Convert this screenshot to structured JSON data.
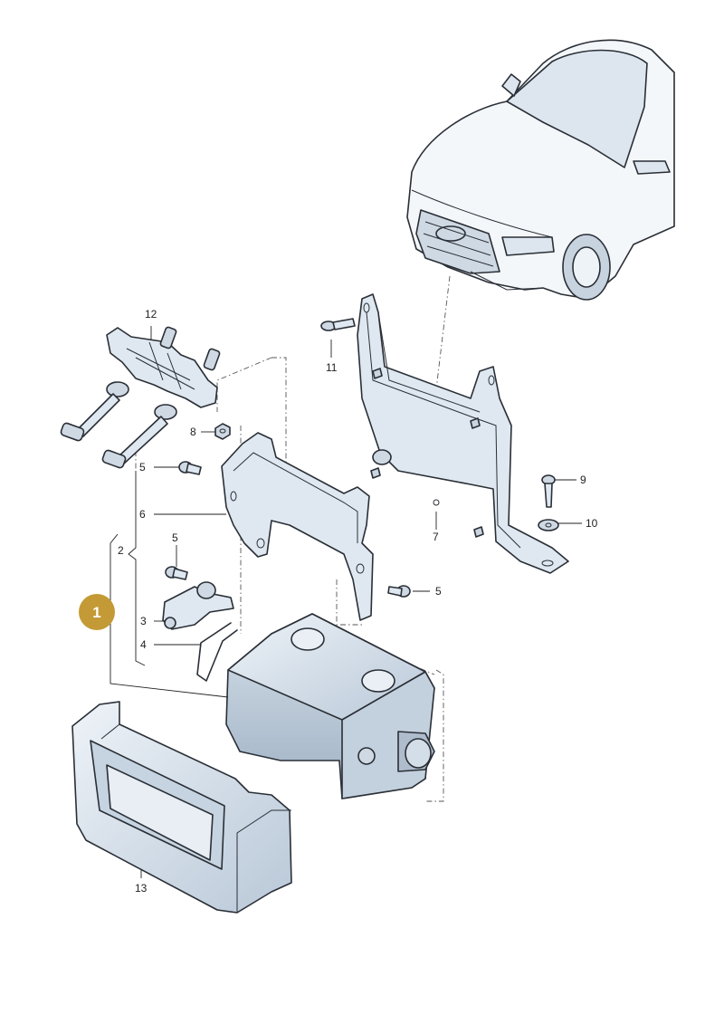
{
  "badge": {
    "text": "1",
    "color": "#c39a35"
  },
  "colors": {
    "part_fill": "#dfe8f1",
    "part_shade": "#bfcddd",
    "outline": "#2a2f36"
  },
  "labels": {
    "l2": "2",
    "l3": "3",
    "l4": "4",
    "l5a": "5",
    "l5b": "5",
    "l5c": "5",
    "l6": "6",
    "l7": "7",
    "l8": "8",
    "l9": "9",
    "l10": "10",
    "l11": "11",
    "l12": "12",
    "l13": "13"
  }
}
